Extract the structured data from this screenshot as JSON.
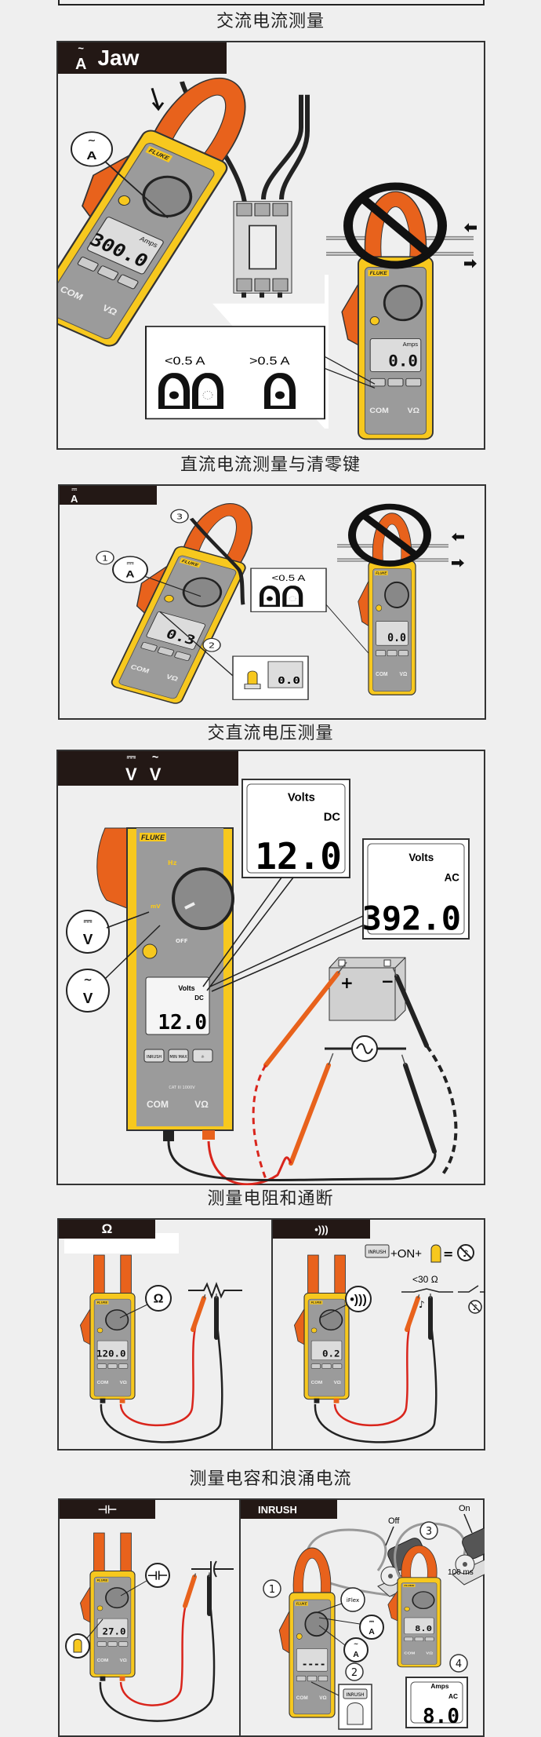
{
  "meter_labels": {
    "brand": "FLUKE",
    "com": "COM",
    "vohm": "VΩ",
    "off": "OFF",
    "hz": "Hz",
    "mv": "mV",
    "cat": "CAT III 1000V"
  },
  "ac_current": {
    "title": "交流电流测量",
    "header_symbol": "A",
    "header_mark": "~",
    "header_label": "Jaw",
    "callout_symbol": "A",
    "callout_mark": "~",
    "main_reading": "300.0",
    "main_unit": "Amps",
    "side_reading": "0.0",
    "side_unit": "Amps",
    "threshold_low": "<0.5 A",
    "threshold_high": ">0.5 A"
  },
  "dc_current": {
    "title": "直流电流测量与清零键",
    "header_symbol": "A",
    "header_mark": "⎓",
    "callout_symbol": "A",
    "callout_mark": "⎓",
    "steps": [
      "1",
      "2",
      "3"
    ],
    "main_reading": "0.3",
    "side_reading": "0.0",
    "zero_reading": "0.0",
    "threshold_low": "<0.5 A"
  },
  "voltage": {
    "title": "交直流电压测量",
    "header_dc": "V",
    "header_dc_mark": "⎓",
    "header_ac": "V",
    "header_ac_mark": "~",
    "meter_unit": "Volts",
    "meter_mode": "DC",
    "meter_reading": "12.0",
    "dc_display": {
      "unit": "Volts",
      "mode": "DC",
      "reading": "12.0"
    },
    "ac_display": {
      "unit": "Volts",
      "mode": "AC",
      "reading": "392.0"
    },
    "battery_plus": "+",
    "battery_minus": "−",
    "buttons": [
      "INRUSH",
      "MIN MAX",
      "☼"
    ]
  },
  "resistance": {
    "title": "测量电阻和通断",
    "ohm_header": "Ω",
    "ohm_reading": "120.0",
    "continuity_header": "•)))",
    "continuity_reading": "0.2",
    "formula": {
      "button": "INRUSH",
      "plus_on": "+ON+",
      "equals": "="
    },
    "threshold": "<30 Ω"
  },
  "capacitance": {
    "title": "测量电容和浪涌电流",
    "cap_header": "⊣⊢",
    "cap_reading": "27.0",
    "inrush_header": "INRUSH",
    "steps": [
      "1",
      "2",
      "3",
      "4"
    ],
    "off_label": "Off",
    "on_label": "On",
    "time_label": "100 ms",
    "inrush_button": "INRUSH",
    "main_reading": "----",
    "small_reading": "8.0",
    "result_display": {
      "unit": "Amps",
      "mode": "AC",
      "reading": "8.0"
    },
    "iflex_label": "iFlex"
  },
  "colors": {
    "jaw_orange": "#e8621c",
    "body_yellow": "#f7c81e",
    "face_gray": "#9b9b9b",
    "header_black": "#231815",
    "lead_red": "#d9251c"
  }
}
